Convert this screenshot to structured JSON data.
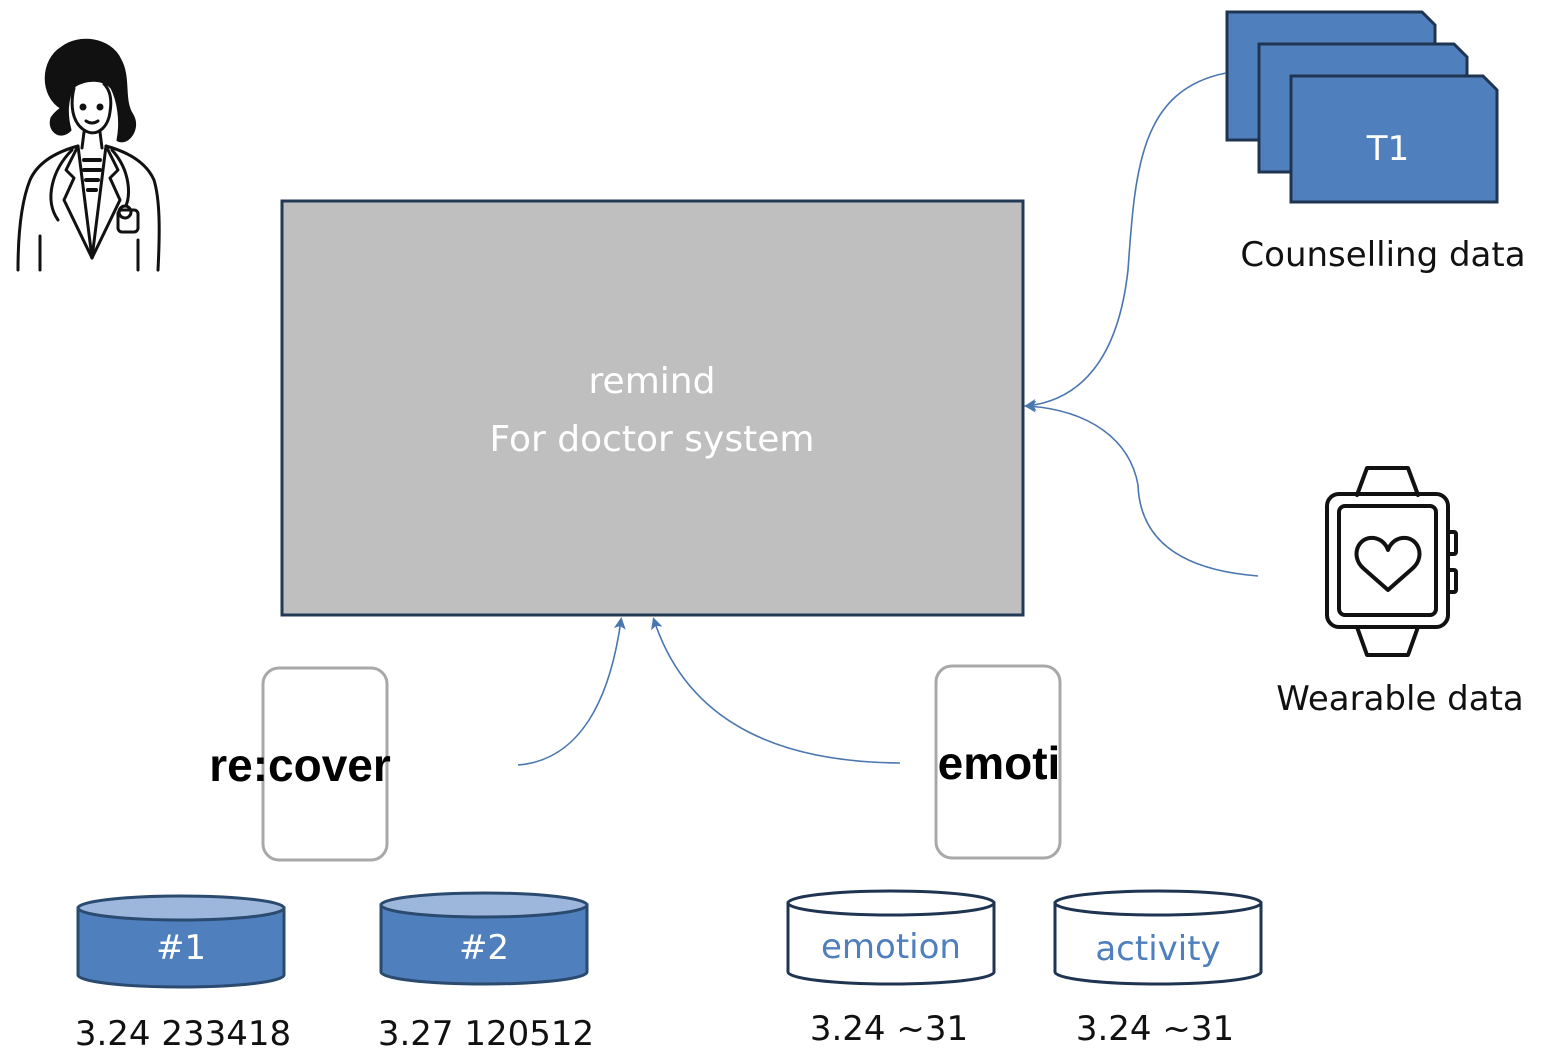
{
  "colors": {
    "main_box_fill": "#bfbfbf",
    "main_box_stroke": "#243a54",
    "accent_blue": "#4f7fbd",
    "light_blue": "#9db7dc",
    "dark_stroke": "#2b4a6f",
    "arrow": "#4a76b0",
    "phone_outline": "#a8a8a8"
  },
  "main_box": {
    "line1": "remind",
    "line2": "For doctor system"
  },
  "counselling": {
    "card_label": "T1",
    "caption": "Counselling data",
    "icon": "document-stack-icon"
  },
  "wearable": {
    "caption": "Wearable data",
    "icon": "smartwatch-heart-icon"
  },
  "doctor": {
    "icon": "doctor-icon"
  },
  "apps": {
    "recover": {
      "logo": "re:cover",
      "icon": "phone-icon"
    },
    "emoti": {
      "logo": "emoti",
      "icon": "phone-icon"
    }
  },
  "databases": [
    {
      "label": "#1",
      "caption": "3.24 233418"
    },
    {
      "label": "#2",
      "caption": "3.27 120512"
    },
    {
      "label": "emotion",
      "caption": "3.24 ~31"
    },
    {
      "label": "activity",
      "caption": "3.24 ~31"
    }
  ]
}
